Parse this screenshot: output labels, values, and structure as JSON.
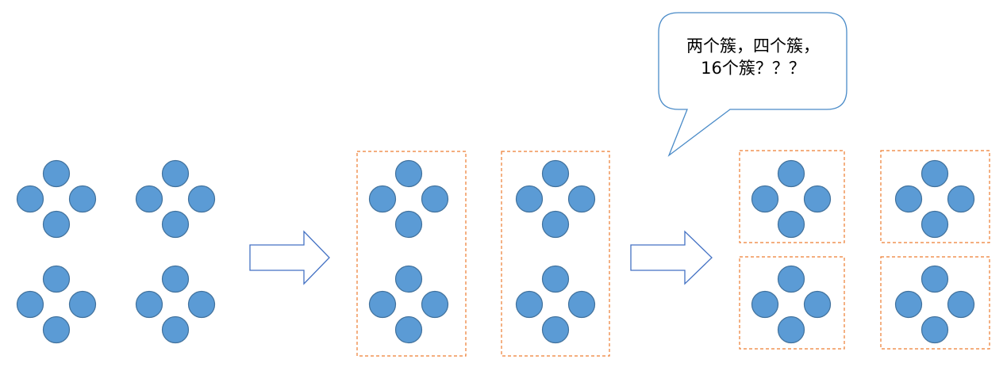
{
  "colors": {
    "dot_fill": "#5b9bd5",
    "dot_stroke": "#41719c",
    "dashed_border": "#ed7d31",
    "arrow_stroke": "#4472c4",
    "bubble_stroke": "#4a8bc8"
  },
  "callout": {
    "line1": "两个簇，四个簇，",
    "line2": "16个簇？？？"
  },
  "stages": [
    {
      "name": "ungrouped",
      "dot_groups": 4,
      "boxes": 0
    },
    {
      "name": "two-clusters",
      "dot_groups": 4,
      "boxes": 2
    },
    {
      "name": "four-clusters",
      "dot_groups": 4,
      "boxes": 4
    }
  ],
  "icons": [
    "right-arrow-icon",
    "right-arrow-icon"
  ]
}
